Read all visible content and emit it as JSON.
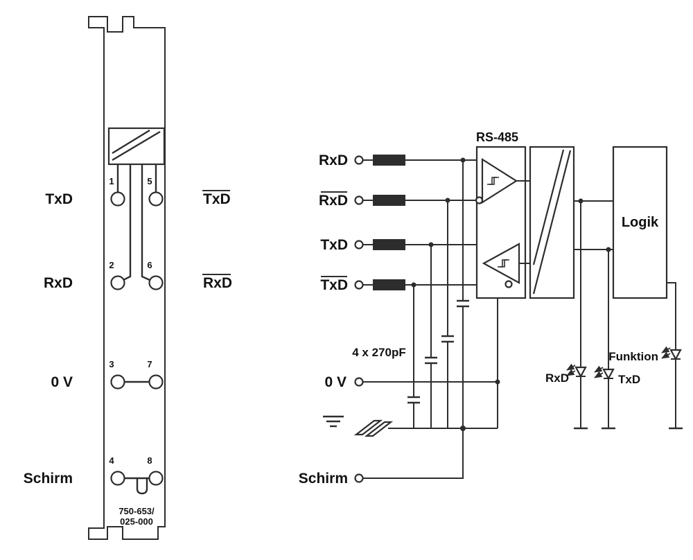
{
  "colors": {
    "line": "#2d2d2d",
    "text": "#111111",
    "background": "#ffffff"
  },
  "module": {
    "part_number": [
      "750-653/",
      "025-000"
    ],
    "terminal_numbers": [
      "1",
      "5",
      "2",
      "6",
      "3",
      "7",
      "4",
      "8"
    ],
    "labels_left": [
      "TxD",
      "RxD",
      "0 V",
      "Schirm"
    ],
    "labels_right": [
      "TxD",
      "RxD"
    ]
  },
  "circuit": {
    "inputs": [
      "RxD",
      "RxD",
      "TxD",
      "TxD"
    ],
    "zero_v": "0 V",
    "schirm": "Schirm",
    "capacitors": "4 x 270pF",
    "transceiver": "RS-485",
    "logic": "Logik",
    "led_rxd": "RxD",
    "led_txd": "TxD",
    "led_funktion": "Funktion"
  }
}
